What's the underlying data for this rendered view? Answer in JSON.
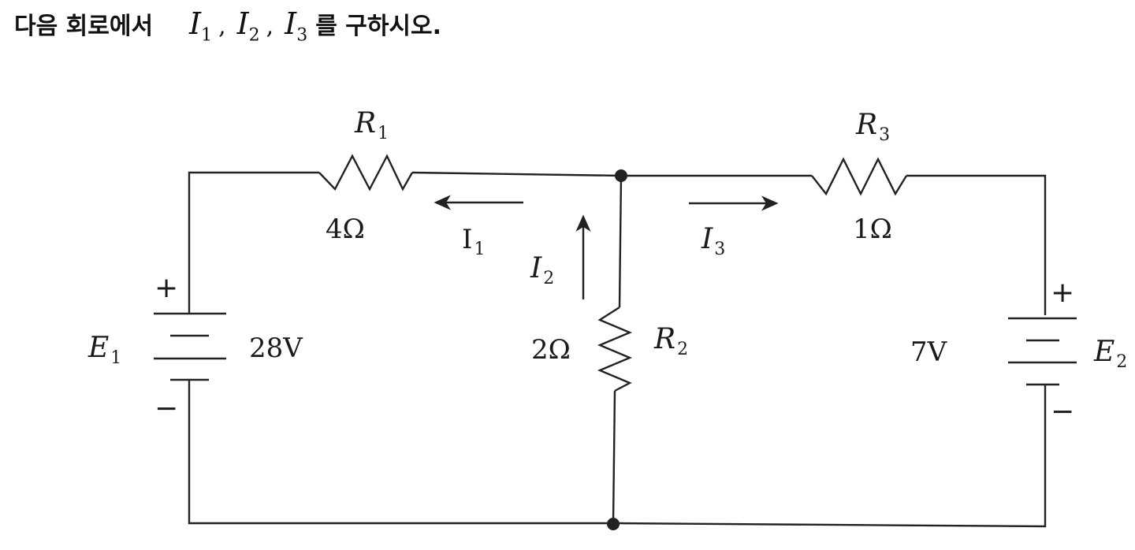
{
  "question": {
    "prefix": "다음 회로에서",
    "vars": [
      {
        "letter": "I",
        "sub": "1"
      },
      {
        "letter": "I",
        "sub": "2"
      },
      {
        "letter": "I",
        "sub": "3"
      }
    ],
    "separator": ",",
    "suffix": "를 구하시오."
  },
  "circuit": {
    "resistors": [
      {
        "name": "R",
        "sub": "1",
        "value": "4Ω"
      },
      {
        "name": "R",
        "sub": "2",
        "value": "2Ω"
      },
      {
        "name": "R",
        "sub": "3",
        "value": "1Ω"
      }
    ],
    "sources": [
      {
        "name": "E",
        "sub": "1",
        "value": "28V",
        "plus": "+",
        "minus": "−"
      },
      {
        "name": "E",
        "sub": "2",
        "value": "7V",
        "plus": "+",
        "minus": "−"
      }
    ],
    "currents": [
      {
        "name": "I",
        "sub": "1"
      },
      {
        "name": "I",
        "sub": "2"
      },
      {
        "name": "I",
        "sub": "3"
      }
    ]
  }
}
